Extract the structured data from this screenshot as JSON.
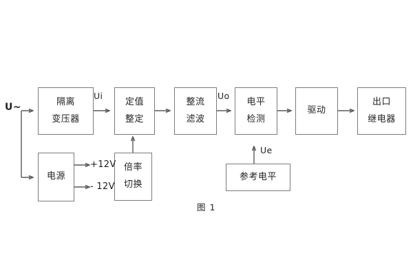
{
  "figure": {
    "caption": "图 1",
    "input_label": "U~"
  },
  "blocks": [
    {
      "id": "isolation-transformer",
      "line1": "隔离",
      "line2": "变压器"
    },
    {
      "id": "setting-adjust",
      "line1": "定值",
      "line2": "整定"
    },
    {
      "id": "rectify-filter",
      "line1": "整流",
      "line2": "滤波"
    },
    {
      "id": "level-detect",
      "line1": "电平",
      "line2": "检测"
    },
    {
      "id": "driver",
      "line1": "驱动",
      "line2": ""
    },
    {
      "id": "output-relay",
      "line1": "出口",
      "line2": "继电器"
    },
    {
      "id": "power-supply",
      "line1": "电源",
      "line2": ""
    },
    {
      "id": "multiplier-switch",
      "line1": "倍率",
      "line2": "切换"
    },
    {
      "id": "reference-level",
      "line1": "参考电平",
      "line2": ""
    }
  ],
  "signals": {
    "ui": "Ui",
    "uo": "Uo",
    "ue": "Ue",
    "rail_pos": "+12V",
    "rail_neg": "- 12V"
  },
  "colors": {
    "stroke": "#7a7a7a",
    "wire": "#58595b",
    "text": "#231f20",
    "background": "#ffffff"
  }
}
